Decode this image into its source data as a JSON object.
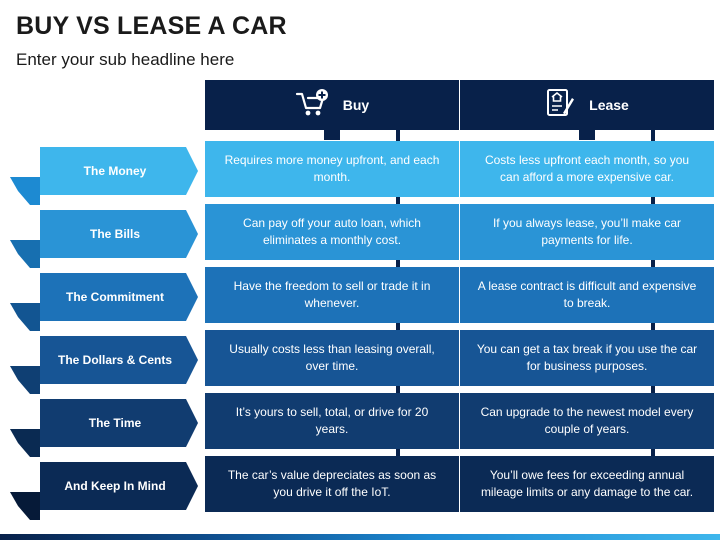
{
  "title": "BUY VS LEASE A CAR",
  "subtitle": "Enter your sub headline here",
  "columns": {
    "buy": {
      "label": "Buy",
      "icon": "shopping-cart-plus-icon"
    },
    "lease": {
      "label": "Lease",
      "icon": "lease-contract-icon"
    }
  },
  "rows": [
    {
      "label": "The Money",
      "buy": "Requires more money upfront, and each month.",
      "lease": "Costs less upfront each month, so you can afford a more expensive car.",
      "color": "#3eb6ec",
      "dark": "#1d8ad2"
    },
    {
      "label": "The Bills",
      "buy": "Can pay off your auto loan, which eliminates a monthly cost.",
      "lease": "If you always lease, you’ll make car payments for life.",
      "color": "#2a94d6",
      "dark": "#176fb0"
    },
    {
      "label": "The Commitment",
      "buy": "Have the freedom to sell or trade it in whenever.",
      "lease": "A lease contract is difficult and expensive to break.",
      "color": "#1d72b8",
      "dark": "#125592"
    },
    {
      "label": "The Dollars & Cents",
      "buy": "Usually costs less than leasing overall, over time.",
      "lease": "You can get a tax break if you use the car for business purposes.",
      "color": "#175595",
      "dark": "#0f3f73"
    },
    {
      "label": "The Time",
      "buy": "It’s yours to sell, total, or drive for 20 years.",
      "lease": "Can upgrade to the newest model every couple of years.",
      "color": "#113c70",
      "dark": "#0a2a52"
    },
    {
      "label": "And Keep In Mind",
      "buy": "The car’s value depreciates as soon as you drive it off the IoT.",
      "lease": "You’ll owe fees for exceeding annual mileage limits or any damage to the car.",
      "color": "#0b2a55",
      "dark": "#061a38"
    }
  ]
}
